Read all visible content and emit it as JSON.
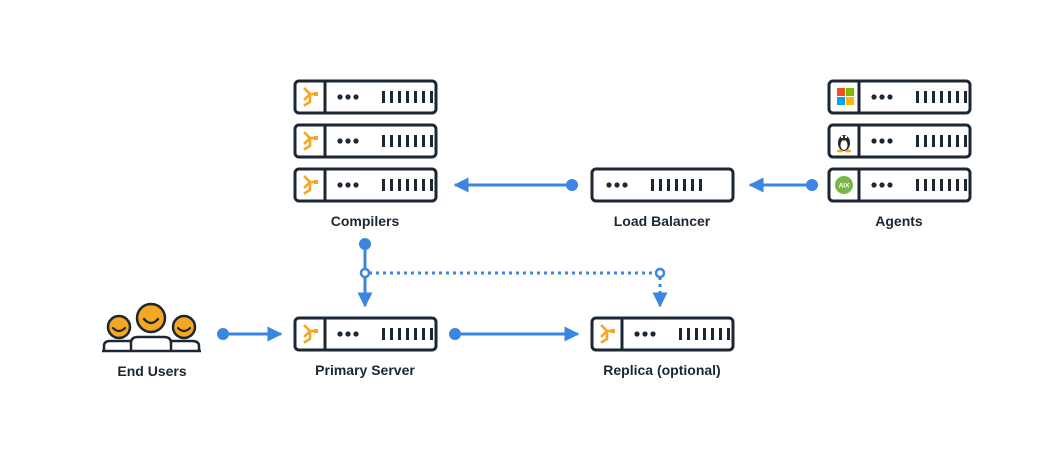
{
  "labels": {
    "compilers": "Compilers",
    "load_balancer": "Load Balancer",
    "agents": "Agents",
    "end_users": "End Users",
    "primary_server": "Primary Server",
    "replica": "Replica (optional)"
  },
  "badges": {
    "aix": "AIX"
  },
  "icons": {
    "server_logo": "orange-branch-logo-icon",
    "windows": "windows-logo-icon",
    "linux": "linux-tux-icon",
    "aix": "aix-badge-icon",
    "users": "users-group-icon"
  },
  "colors": {
    "stroke": "#1b2733",
    "arrow": "#3a86e0",
    "logo_orange": "#f5a623",
    "aix_green": "#7ab648"
  }
}
